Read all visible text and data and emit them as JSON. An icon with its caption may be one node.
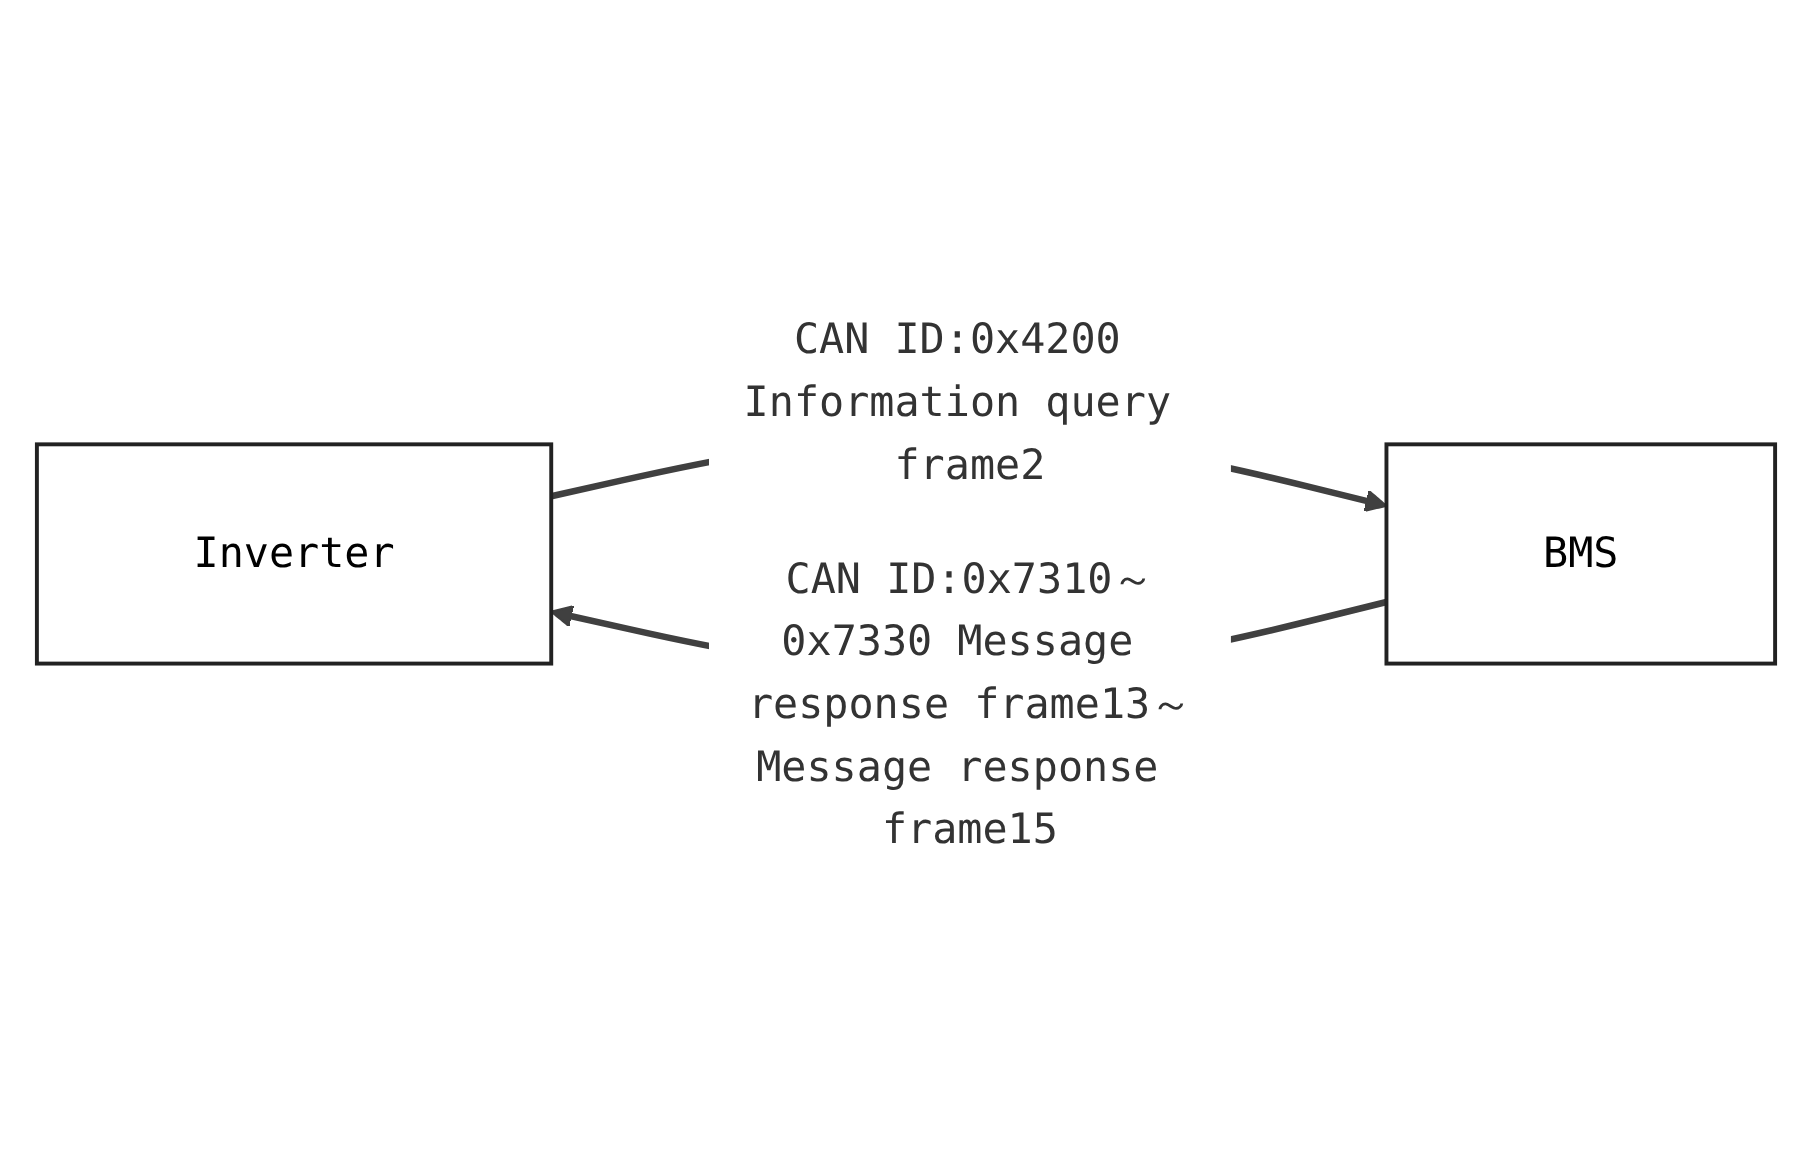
{
  "diagram": {
    "nodes": [
      {
        "text": [
          "Inverter"
        ]
      },
      {
        "text": [
          "BMS"
        ]
      }
    ],
    "edges": [
      {
        "from": 0,
        "to": 1,
        "arrow": "to",
        "label": "CAN ID:0x4200 Information query frame2"
      },
      {
        "from": 1,
        "to": 0,
        "arrow": "to",
        "label": "CAN ID:0x7310～0x7330 Message response frame13～Message response frame15"
      }
    ]
  }
}
